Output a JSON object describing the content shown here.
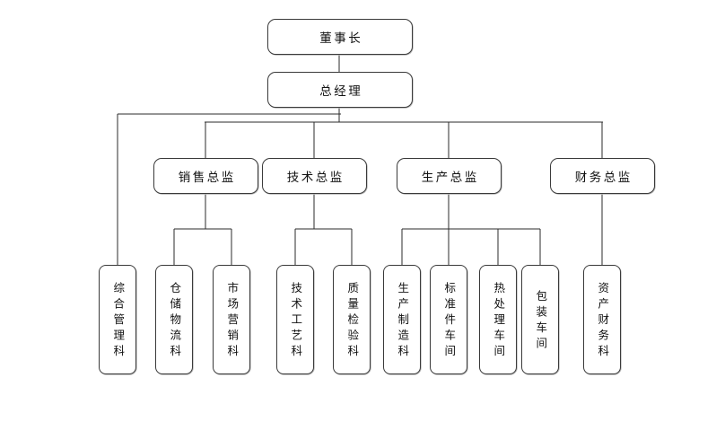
{
  "diagram": {
    "type": "organization-chart",
    "title_text": "",
    "background_color": "#ffffff",
    "line_color": "#2b2b2b",
    "box_border_color": "#3a3a3a",
    "box_fill_color": "#ffffff",
    "text_color": "#111111"
  },
  "levels": {
    "level1": {
      "chairman": {
        "label": "董事长",
        "orientation": "horizontal"
      }
    },
    "level2": {
      "general_manager": {
        "label": "总经理",
        "orientation": "horizontal"
      }
    },
    "level3": {
      "directors": [
        {
          "id": "sales-director",
          "label": "销售总监",
          "orientation": "horizontal"
        },
        {
          "id": "technical-director",
          "label": "技术总监",
          "orientation": "horizontal"
        },
        {
          "id": "production-director",
          "label": "生产总监",
          "orientation": "horizontal"
        },
        {
          "id": "finance-director",
          "label": "财务总监",
          "orientation": "horizontal"
        }
      ]
    },
    "level4": {
      "departments": [
        {
          "id": "general-management-dept",
          "label": "综合管理科",
          "orientation": "vertical",
          "parent": "general-manager"
        },
        {
          "id": "warehousing-logistics-dept",
          "label": "仓储物流科",
          "orientation": "vertical",
          "parent": "sales-director"
        },
        {
          "id": "marketing-dept",
          "label": "市场营销科",
          "orientation": "vertical",
          "parent": "sales-director"
        },
        {
          "id": "technical-process-dept",
          "label": "技术工艺科",
          "orientation": "vertical",
          "parent": "technical-director"
        },
        {
          "id": "quality-inspection-dept",
          "label": "质量检验科",
          "orientation": "vertical",
          "parent": "technical-director"
        },
        {
          "id": "production-manufacturing-dept",
          "label": "生产制造科",
          "orientation": "vertical",
          "parent": "production-director"
        },
        {
          "id": "standard-parts-workshop",
          "label": "标准件车间",
          "orientation": "vertical",
          "parent": "production-director"
        },
        {
          "id": "heat-treatment-workshop",
          "label": "热处理车间",
          "orientation": "vertical",
          "parent": "production-director"
        },
        {
          "id": "packaging-workshop",
          "label": "包装车间",
          "orientation": "vertical",
          "parent": "production-director"
        },
        {
          "id": "asset-finance-dept",
          "label": "资产财务科",
          "orientation": "vertical",
          "parent": "finance-director"
        }
      ]
    }
  }
}
